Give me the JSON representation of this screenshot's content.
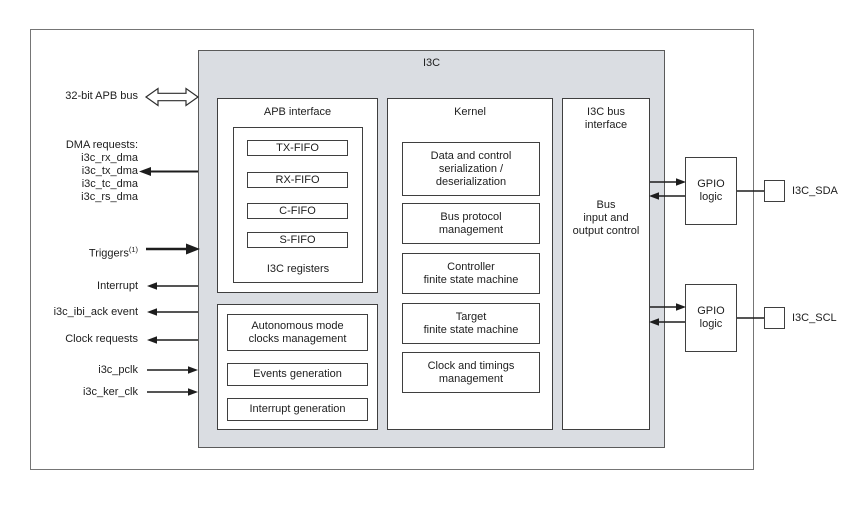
{
  "diagram": {
    "title": "I3C",
    "left_signals": {
      "apb_bus": "32-bit APB bus",
      "dma_header": "DMA requests:",
      "dma_signals": [
        "i3c_rx_dma",
        "i3c_tx_dma",
        "i3c_tc_dma",
        "i3c_rs_dma"
      ],
      "triggers": "Triggers",
      "triggers_note": "(1)",
      "interrupt": "Interrupt",
      "ibi_ack": "i3c_ibi_ack event",
      "clock_requests": "Clock requests",
      "pclk": "i3c_pclk",
      "ker_clk": "i3c_ker_clk"
    },
    "apb_interface": {
      "title": "APB interface",
      "fifos": [
        "TX-FIFO",
        "RX-FIFO",
        "C-FIFO",
        "S-FIFO"
      ],
      "registers_label": "I3C registers"
    },
    "clocks_section": {
      "autonomous": "Autonomous mode\nclocks management",
      "events": "Events generation",
      "interrupt_gen": "Interrupt generation"
    },
    "kernel": {
      "title": "Kernel",
      "blocks": [
        "Data and control\nserialization /\ndeserialization",
        "Bus protocol\nmanagement",
        "Controller\nfinite state machine",
        "Target\nfinite state machine",
        "Clock and timings\nmanagement"
      ]
    },
    "bus_interface": {
      "title": "I3C bus\ninterface",
      "body": "Bus\ninput and\noutput control"
    },
    "gpio": {
      "label": "GPIO\nlogic",
      "pad_sda": "I3C_SDA",
      "pad_scl": "I3C_SCL"
    },
    "colors": {
      "block_fill": "#dadde2",
      "line": "#2e2e2e",
      "outer_border": "#757575"
    }
  }
}
